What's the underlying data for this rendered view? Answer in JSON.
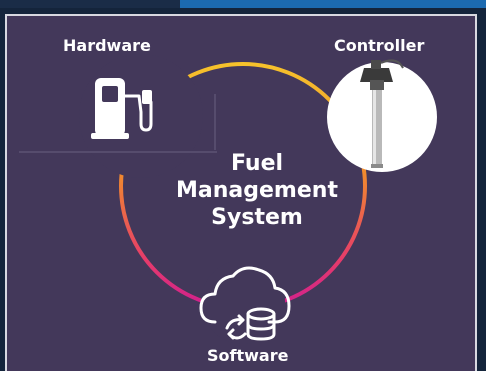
{
  "labels": {
    "hardware": "Hardware",
    "controller": "Controller",
    "software": "Software"
  },
  "center": {
    "line1": "Fuel",
    "line2": "Management",
    "line3": "System"
  },
  "colors": {
    "background": "#43385a",
    "ring_gradient": [
      "#f6c22b",
      "#f08a2e",
      "#e63c6a",
      "#d01f8f"
    ],
    "icon_white": "#ffffff"
  },
  "icons": {
    "hardware": "fuel-pump-icon",
    "controller": "fuel-level-sensor-probe",
    "software": "cloud-database-sync-icon"
  }
}
